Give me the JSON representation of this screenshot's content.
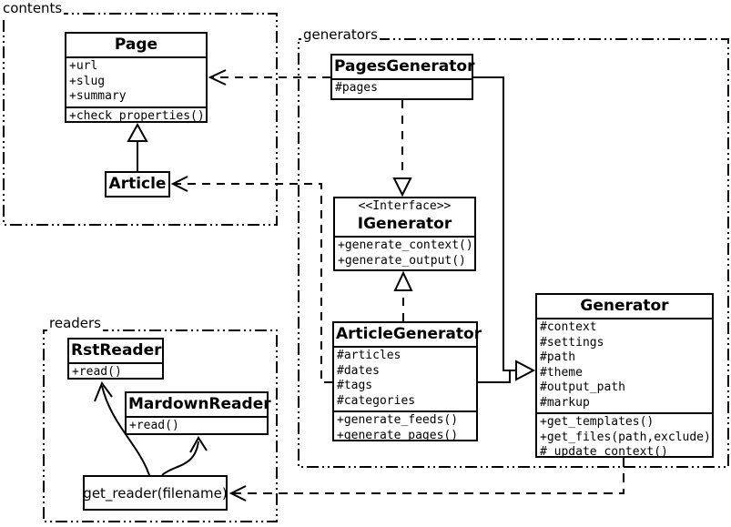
{
  "diagram": {
    "kind": "uml-class-diagram",
    "colors": {
      "ink": "#000000",
      "background": "#ffffff"
    }
  },
  "packages": {
    "contents": {
      "label": "contents"
    },
    "generators": {
      "label": "generators"
    },
    "readers": {
      "label": "readers"
    }
  },
  "classes": {
    "page": {
      "name": "Page",
      "attributes": [
        "+url",
        "+slug",
        "+summary"
      ],
      "methods": [
        "+check_properties()"
      ]
    },
    "article": {
      "name": "Article"
    },
    "pages_generator": {
      "name": "PagesGenerator",
      "attributes": [
        "#pages"
      ]
    },
    "igenerator": {
      "stereotype": "<<Interface>>",
      "name": "IGenerator",
      "methods": [
        "+generate_context()",
        "+generate_output()"
      ]
    },
    "article_generator": {
      "name": "ArticleGenerator",
      "attributes": [
        "#articles",
        "#dates",
        "#tags",
        "#categories"
      ],
      "methods": [
        "+generate_feeds()",
        "+generate_pages()"
      ]
    },
    "generator": {
      "name": "Generator",
      "attributes": [
        "#context",
        "#settings",
        "#path",
        "#theme",
        "#output_path",
        "#markup"
      ],
      "methods": [
        "+get_templates()",
        "+get_files(path,exclude)",
        "#_update_context()"
      ]
    },
    "rst_reader": {
      "name": "RstReader",
      "methods": [
        "+read()"
      ]
    },
    "mardown_reader": {
      "name": "MardownReader",
      "methods": [
        "+read()"
      ]
    },
    "get_reader": {
      "label": "get_reader(filename)"
    }
  },
  "relationships": [
    {
      "type": "inheritance",
      "from": "Article",
      "to": "Page"
    },
    {
      "type": "dependency",
      "from": "PagesGenerator",
      "to": "Page"
    },
    {
      "type": "dependency",
      "from": "ArticleGenerator",
      "to": "Article"
    },
    {
      "type": "realization",
      "from": "PagesGenerator",
      "to": "IGenerator"
    },
    {
      "type": "realization",
      "from": "ArticleGenerator",
      "to": "IGenerator"
    },
    {
      "type": "inheritance",
      "from": "PagesGenerator",
      "to": "Generator"
    },
    {
      "type": "inheritance",
      "from": "ArticleGenerator",
      "to": "Generator"
    },
    {
      "type": "dependency",
      "from": "Generator",
      "to": "get_reader(filename)"
    },
    {
      "type": "call-arrow",
      "from": "get_reader(filename)",
      "to": "RstReader"
    },
    {
      "type": "call-arrow",
      "from": "get_reader(filename)",
      "to": "MardownReader"
    }
  ]
}
